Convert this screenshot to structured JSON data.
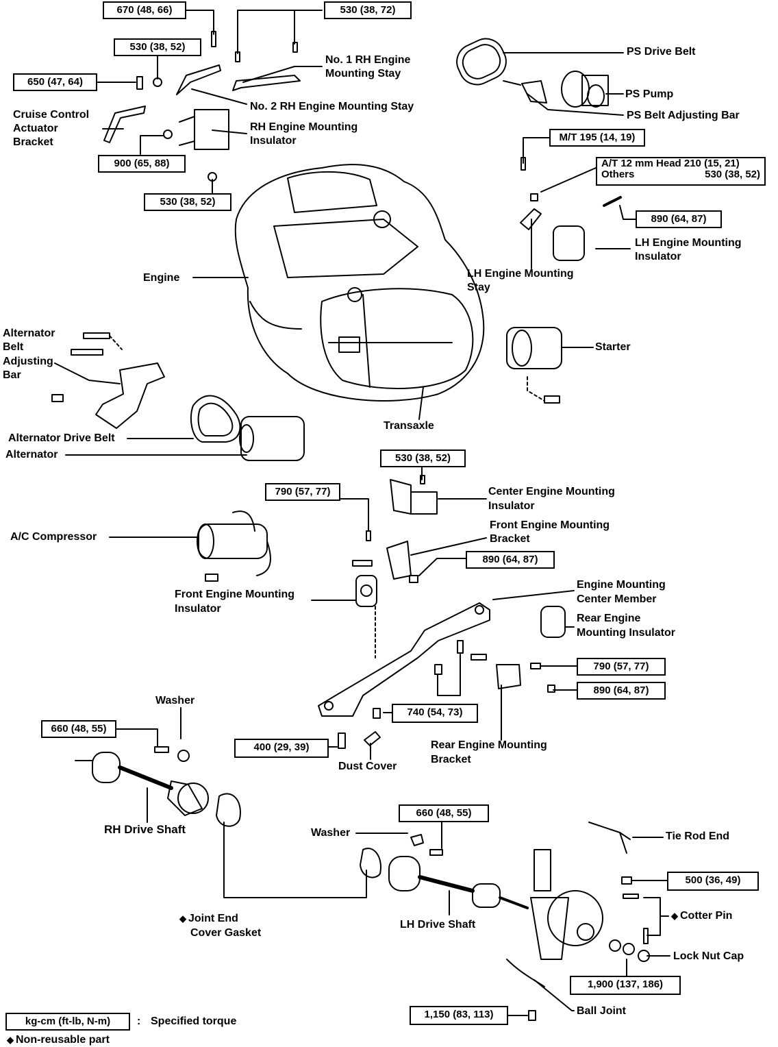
{
  "torque": {
    "t670": "670 (48, 66)",
    "t530_72": "530 (38, 72)",
    "t530_52a": "530 (38, 52)",
    "t650": "650 (47, 64)",
    "t900": "900 (65, 88)",
    "t530_52b": "530 (38, 52)",
    "mt195": "M/T 195 (14, 19)",
    "at_line1": "A/T 12 mm Head 210 (15, 21)",
    "at_line2_label": "Others",
    "at_line2_value": "530 (38, 52)",
    "t890a": "890 (64, 87)",
    "t530_52c": "530 (38, 52)",
    "t790a": "790 (57, 77)",
    "t890b": "890 (64, 87)",
    "t790b": "790 (57, 77)",
    "t890c": "890 (64, 87)",
    "t740": "740 (54, 73)",
    "t660a": "660 (48, 55)",
    "t400": "400 (29, 39)",
    "t660b": "660 (48, 55)",
    "t500": "500 (36, 49)",
    "t1900": "1,900 (137, 186)",
    "t1150": "1,150 (83, 113)"
  },
  "labels": {
    "no1_rh_stay_1": "No. 1 RH Engine",
    "no1_rh_stay_2": "Mounting Stay",
    "no2_rh_stay": "No. 2 RH Engine Mounting Stay",
    "cruise_1": "Cruise Control",
    "cruise_2": "Actuator",
    "cruise_3": "Bracket",
    "rh_insulator_1": "RH Engine Mounting",
    "rh_insulator_2": "Insulator",
    "ps_drive_belt": "PS Drive Belt",
    "ps_pump": "PS Pump",
    "ps_belt_adj_bar": "PS Belt Adjusting Bar",
    "lh_insulator_1": "LH Engine Mounting",
    "lh_insulator_2": "Insulator",
    "lh_stay_1": "LH Engine Mounting",
    "lh_stay_2": "Stay",
    "engine": "Engine",
    "alt_bar_1": "Alternator",
    "alt_bar_2": "Belt",
    "alt_bar_3": "Adjusting",
    "alt_bar_4": "Bar",
    "starter": "Starter",
    "alt_drive_belt": "Alternator Drive Belt",
    "alternator": "Alternator",
    "transaxle": "Transaxle",
    "center_insulator_1": "Center Engine Mounting",
    "center_insulator_2": "Insulator",
    "front_bracket_1": "Front Engine Mounting",
    "front_bracket_2": "Bracket",
    "ac_compressor": "A/C Compressor",
    "front_insulator_1": "Front Engine Mounting",
    "front_insulator_2": "Insulator",
    "center_member_1": "Engine Mounting",
    "center_member_2": "Center Member",
    "rear_insulator_1": "Rear Engine",
    "rear_insulator_2": "Mounting Insulator",
    "washer_a": "Washer",
    "dust_cover": "Dust Cover",
    "rear_bracket_1": "Rear Engine Mounting",
    "rear_bracket_2": "Bracket",
    "rh_drive_shaft": "RH Drive Shaft",
    "washer_b": "Washer",
    "tie_rod_end": "Tie Rod End",
    "cotter_pin": "Cotter Pin",
    "joint_gasket_1": "Joint End",
    "joint_gasket_2": "Cover Gasket",
    "lh_drive_shaft": "LH Drive Shaft",
    "lock_nut_cap": "Lock Nut Cap",
    "ball_joint": "Ball Joint"
  },
  "legend": {
    "unit_box": "kg-cm (ft-lb, N-m)",
    "colon": ":",
    "specified": "Specified torque",
    "non_reusable": "Non-reusable part",
    "diamond": "◆"
  }
}
